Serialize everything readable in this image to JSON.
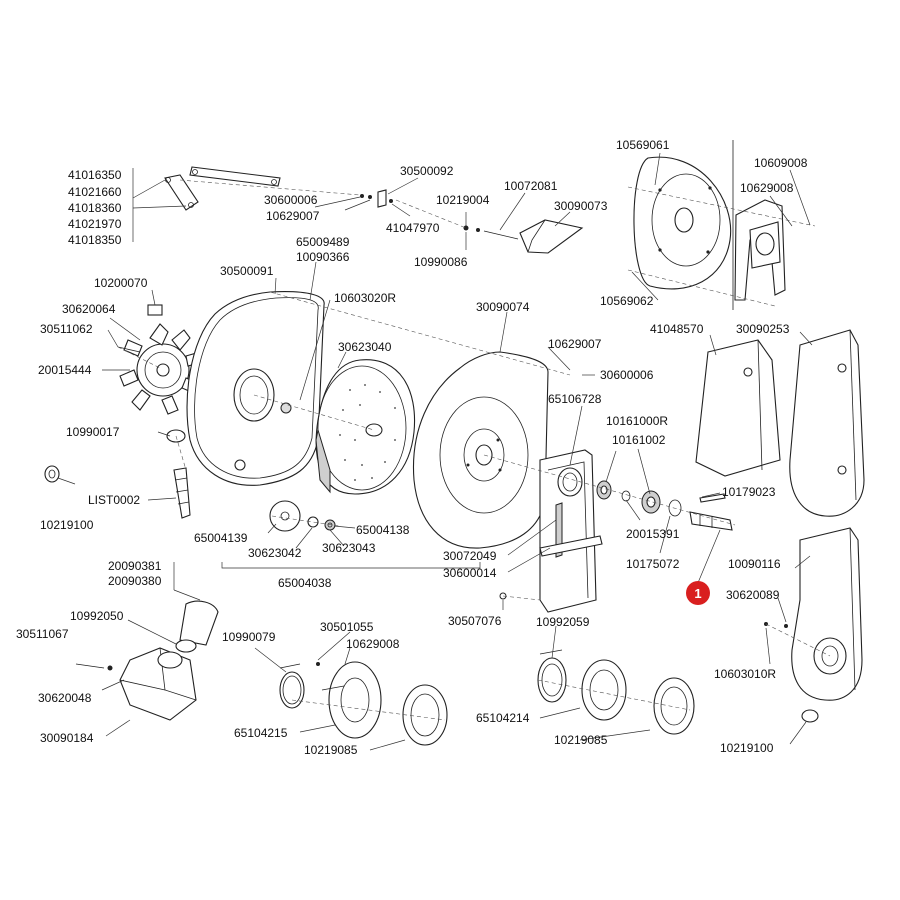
{
  "labels": {
    "p41016350": "41016350",
    "p41021660": "41021660",
    "p41018360": "41018360",
    "p41021970": "41021970",
    "p41018350": "41018350",
    "p30500092": "30500092",
    "p10219004": "10219004",
    "p10072081": "10072081",
    "p30090073": "30090073",
    "p30600006a": "30600006",
    "p10629007a": "10629007",
    "p41047970": "41047970",
    "p10990086": "10990086",
    "p10569061": "10569061",
    "p10609008": "10609008",
    "p10629008a": "10629008",
    "p10569062": "10569062",
    "p65009489": "65009489",
    "p10090366": "10090366",
    "p30500091": "30500091",
    "p10200070": "10200070",
    "p10603020R": "10603020R",
    "p30620064": "30620064",
    "p30511062": "30511062",
    "p20015444": "20015444",
    "p30623040": "30623040",
    "p30090074": "30090074",
    "p10629007b": "10629007",
    "p30600006b": "30600006",
    "p41048570": "41048570",
    "p30090253": "30090253",
    "p10990017": "10990017",
    "p65106728": "65106728",
    "p10161000R": "10161000R",
    "p10161002": "10161002",
    "p10219100a": "10219100",
    "pLIST0002": "LIST0002",
    "p10179023": "10179023",
    "p65004139": "65004139",
    "p65004138": "65004138",
    "p30623042": "30623042",
    "p30623043": "30623043",
    "p65004038": "65004038",
    "p30072049": "30072049",
    "p30600014": "30600014",
    "p20015391": "20015391",
    "p10175072": "10175072",
    "p10090116": "10090116",
    "p20090381": "20090381",
    "p20090380": "20090380",
    "p30620089": "30620089",
    "p30507076": "30507076",
    "p10992059": "10992059",
    "p10992050": "10992050",
    "p30511067": "30511067",
    "p10990079": "10990079",
    "p30501055": "30501055",
    "p10629008b": "10629008",
    "p10603010R": "10603010R",
    "p30620048": "30620048",
    "p65104214": "65104214",
    "p65104215": "65104215",
    "p10219085a": "10219085",
    "p10219085b": "10219085",
    "p30090184": "30090184",
    "p10219100b": "10219100"
  },
  "callout": {
    "number": "1",
    "color": "#d91f1f"
  }
}
